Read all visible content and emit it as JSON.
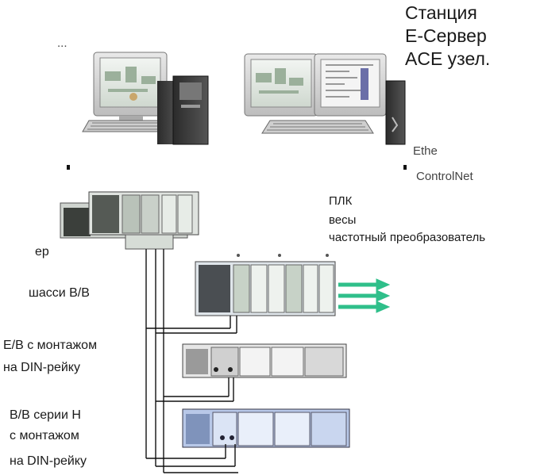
{
  "station_title": [
    "Станция",
    "Е-Сервер",
    "ACE узел."
  ],
  "partial_top_left": "...",
  "partial_network": [
    "Ethe",
    "ControlNet"
  ],
  "partial_left_top": "ер",
  "chassis_label": "шасси В/В",
  "din_io_label": [
    "Е/В с монтажом",
    "на DIN-рейку"
  ],
  "h_series_label": [
    "В/В серии Н",
    "с монтажом",
    "на DIN-рейку"
  ],
  "devices_label": [
    "ПЛК ",
    "весы",
    "частотный преобразователь"
  ],
  "colors": {
    "arrow": "#2fbf8a",
    "io_module": "#dfe5ea",
    "h_module": "#b8c8e8",
    "line": "#111111"
  },
  "icons": [
    "workstation-computer-icon",
    "server-computer-icon",
    "controller-chassis-icon",
    "io-chassis-icon",
    "din-rail-io-icon",
    "h-series-io-icon"
  ]
}
